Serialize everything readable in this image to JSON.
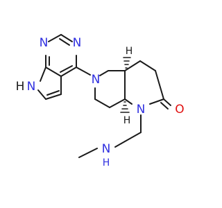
{
  "molecule": {
    "atoms": {
      "n_pyrimidine_top": "N",
      "n_pyrimidine_right": "N",
      "n_pyrrole": "N",
      "h_pyrrole": "H",
      "n_piperidine": "N",
      "stereo_h_upper": "H",
      "stereo_h_lower": "H",
      "n_lactam": "N",
      "o_carbonyl": "O",
      "n_amine": "N",
      "h_amine": "H"
    }
  },
  "colors": {
    "nitrogen": "#3030e0",
    "oxygen": "#e01010",
    "carbon_bond": "#1a1a1a"
  }
}
